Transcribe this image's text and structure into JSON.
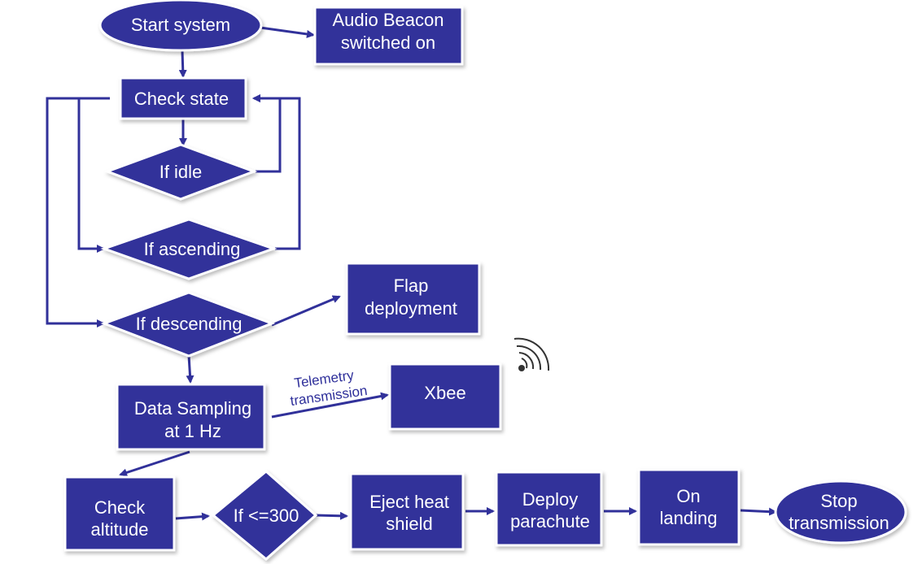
{
  "nodes": {
    "start_system": "Start system",
    "audio_beacon": [
      "Audio Beacon",
      "switched on"
    ],
    "check_state": "Check state",
    "if_idle": "If idle",
    "if_ascending": "If ascending",
    "if_descending": "If descending",
    "flap_deployment": [
      "Flap",
      "deployment"
    ],
    "data_sampling": [
      "Data Sampling",
      "at 1 Hz"
    ],
    "xbee": "Xbee",
    "check_altitude": [
      "Check",
      "altitude"
    ],
    "if_le_300": "If <=300",
    "eject_heat_shield": [
      "Eject heat",
      "shield"
    ],
    "deploy_parachute": [
      "Deploy",
      "parachute"
    ],
    "on_landing": [
      "On",
      "landing"
    ],
    "stop_transmission": [
      "Stop",
      "transmission"
    ]
  },
  "edge_labels": {
    "telemetry": [
      "Telemetry",
      "transmission"
    ]
  },
  "icons": {
    "xbee_signal": "wireless-signal-icon"
  },
  "colors": {
    "shape_fill": "#31319a",
    "connector": "#31319a",
    "label_text": "#ffffff"
  }
}
